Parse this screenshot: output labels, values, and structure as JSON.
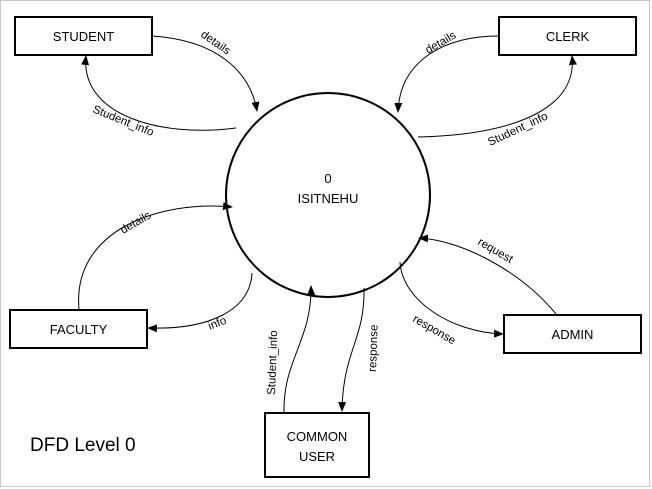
{
  "process": {
    "number": "0",
    "name": "ISITNEHU"
  },
  "entities": {
    "student": "STUDENT",
    "clerk": "CLERK",
    "faculty": "FACULTY",
    "admin": "ADMIN",
    "common_user_line1": "COMMON",
    "common_user_line2": "USER"
  },
  "flows": {
    "student_in": "details",
    "student_out": "Student_info",
    "clerk_in": "details",
    "clerk_out": "Student_info",
    "faculty_in": "details",
    "faculty_out": "info",
    "admin_in": "request",
    "admin_out": "response",
    "user_in": "Student_info",
    "user_out": "response"
  },
  "title": "DFD Level 0"
}
